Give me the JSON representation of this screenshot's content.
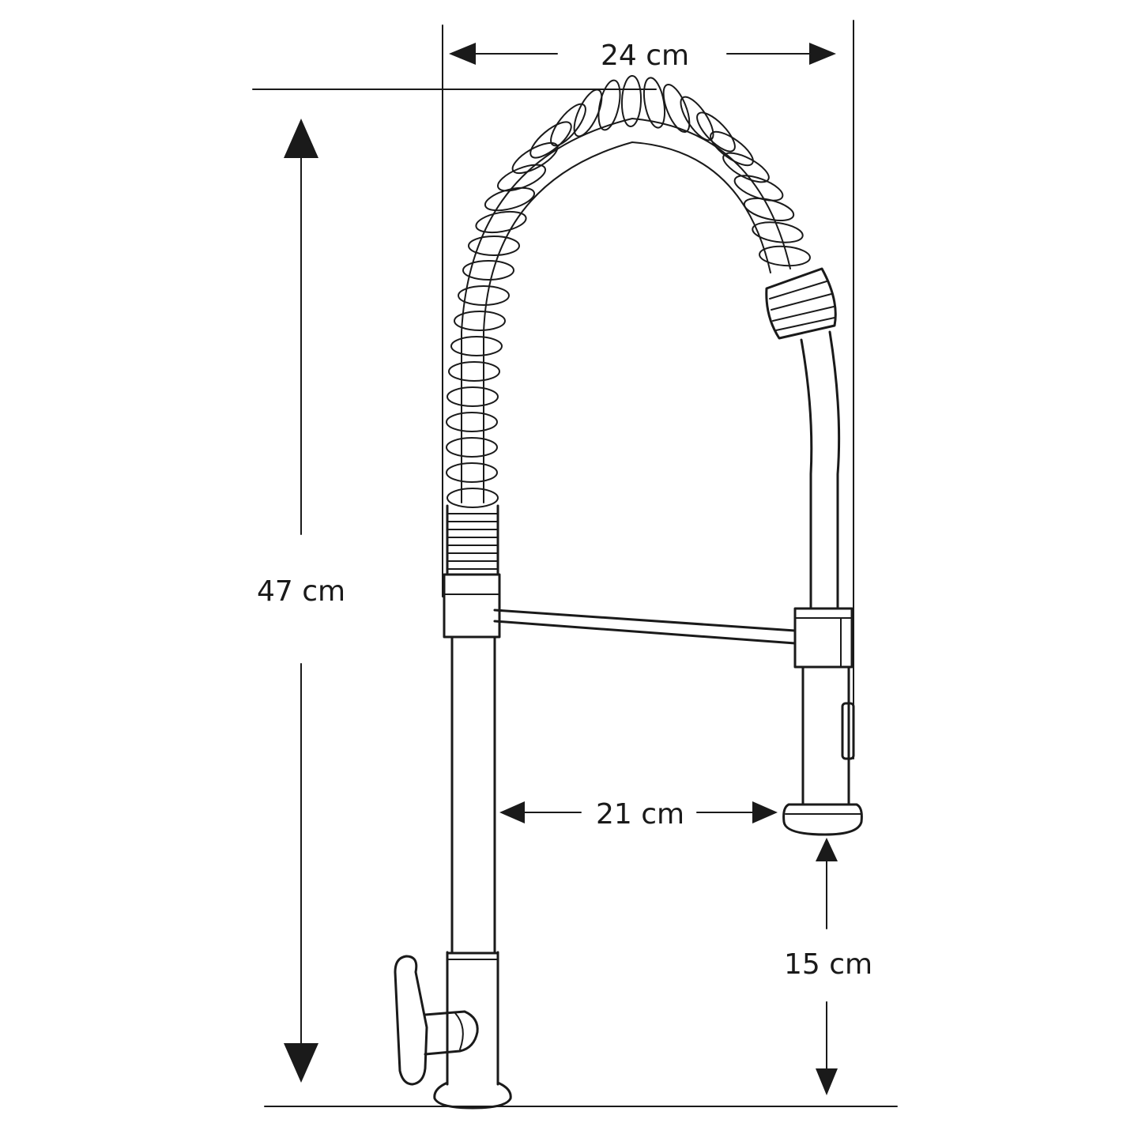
{
  "dimensions": {
    "width_top": "24 cm",
    "height_total": "47 cm",
    "spout_reach": "21 cm",
    "spout_clearance": "15 cm"
  },
  "colors": {
    "ink": "#1a1a1a",
    "background": "#ffffff"
  }
}
